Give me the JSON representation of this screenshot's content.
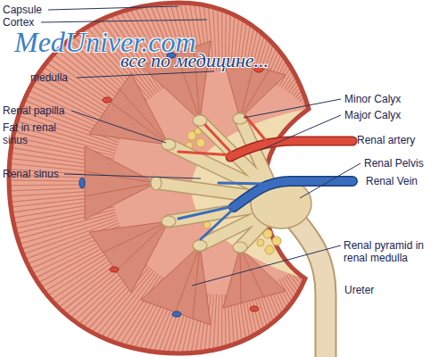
{
  "diagram": {
    "labels": [
      "Capsule",
      "Cortex",
      "MedUniver.com",
      "все по медицине...",
      "medulla",
      "Renal papilla",
      "Fat in renal sinus",
      "Renal sinus",
      "Minor Calyx",
      "Major Calyx",
      "Renal artery",
      "Renal Pelvis",
      "Renal Vein",
      "Renal pyramid in renal medulla",
      "Ureter"
    ]
  }
}
